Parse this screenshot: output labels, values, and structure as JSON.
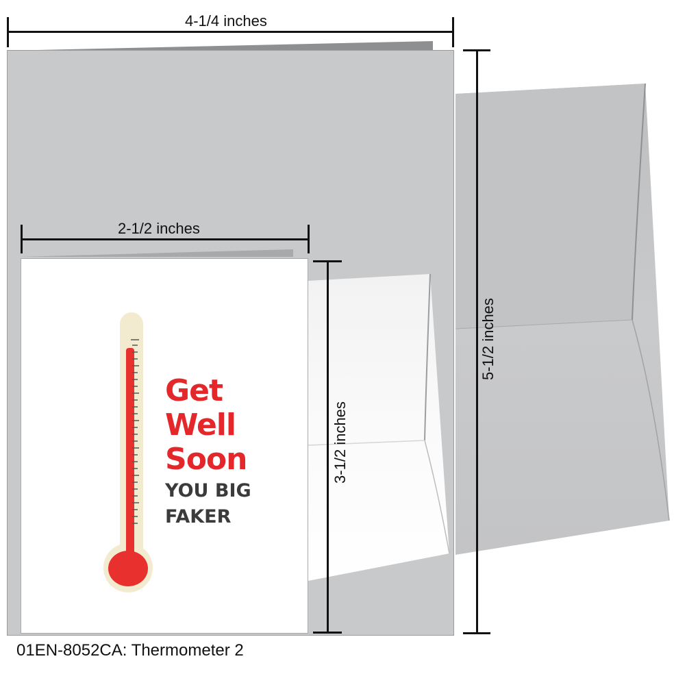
{
  "product": {
    "code": "01EN-8052CA",
    "name": "Thermometer 2",
    "caption": "01EN-8052CA: Thermometer 2"
  },
  "dimensions": {
    "large_width": "4-1/4 inches",
    "large_height": "5-1/2 inches",
    "small_width": "2-1/2 inches",
    "small_height": "3-1/2 inches"
  },
  "card_front": {
    "greeting_lines": [
      "Get",
      "Well",
      "Soon"
    ],
    "subline_lines": [
      "YOU BIG",
      "FAKER"
    ],
    "illustration": "thermometer-icon"
  },
  "colors": {
    "background": "#ffffff",
    "card_gray": "#c8c9cb",
    "flap_gray": "#8e8f91",
    "envelope_gray": "#c3c4c6",
    "greeting_red": "#e3272a",
    "subline_gray": "#3b3b3b",
    "thermometer_red": "#e8302e",
    "thermometer_tube": "#f3ebcf",
    "dimension_line": "#111111"
  }
}
